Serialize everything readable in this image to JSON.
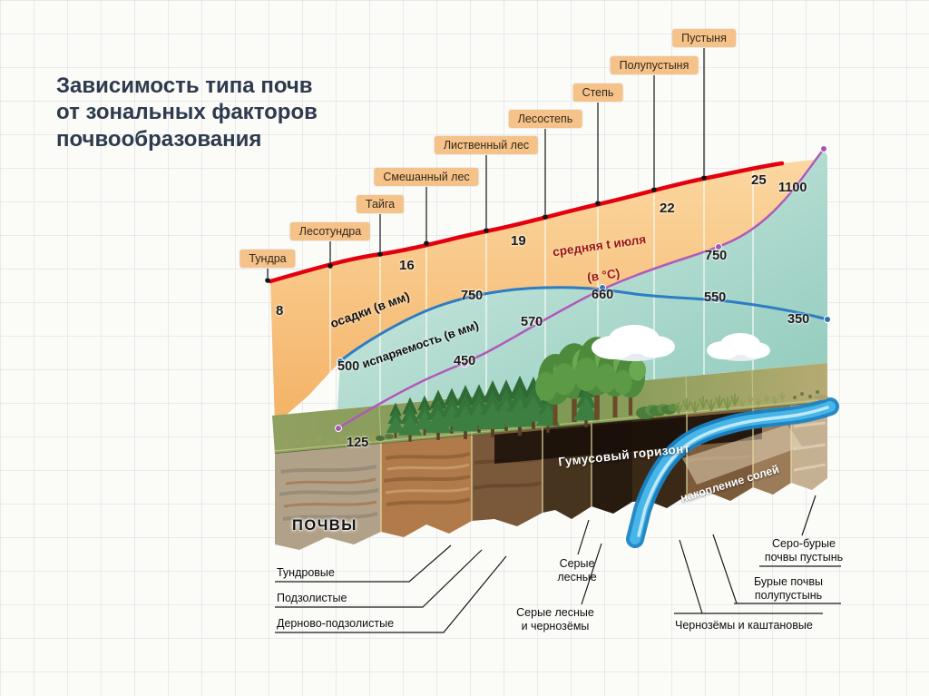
{
  "title": "Зависимость типа почв\nот зональных факторов\nпочвообразования",
  "zones": [
    "Тундра",
    "Лесотундра",
    "Тайга",
    "Смешанный лес",
    "Лиственный лес",
    "Лесостепь",
    "Степь",
    "Полупустыня",
    "Пустыня"
  ],
  "temperature": {
    "label": "средняя t июля",
    "unit": "(в °C)",
    "values": [
      "8",
      "16",
      "19",
      "22",
      "25"
    ],
    "color": "#e3000f"
  },
  "precipitation": {
    "label": "осадки (в мм)",
    "values": [
      "500",
      "750",
      "660",
      "550",
      "350"
    ],
    "color": "#2d7dc2"
  },
  "evaporation": {
    "label": "испаряемость (в мм)",
    "values": [
      "125",
      "450",
      "570",
      "750",
      "1100"
    ],
    "color": "#b05ab8"
  },
  "soil_block": {
    "humus": "Гумусовый горизонт",
    "salts": "накопление солей",
    "soils_heading": "ПОЧВЫ"
  },
  "soil_labels": [
    "Тундровые",
    "Подзолистые",
    "Дерново-подзолистые",
    "Серые\nлесные",
    "Серые лесные\nи чернозёмы",
    "Чернозёмы и каштановые",
    "Бурые почвы\nполупустынь",
    "Серо-бурые\nпочвы пустынь"
  ],
  "colors": {
    "zone_box": "#f5c289",
    "wall_orange": "#f6bd79",
    "wall_teal": "#9fd2c4",
    "title_text": "#2e3a4d"
  }
}
